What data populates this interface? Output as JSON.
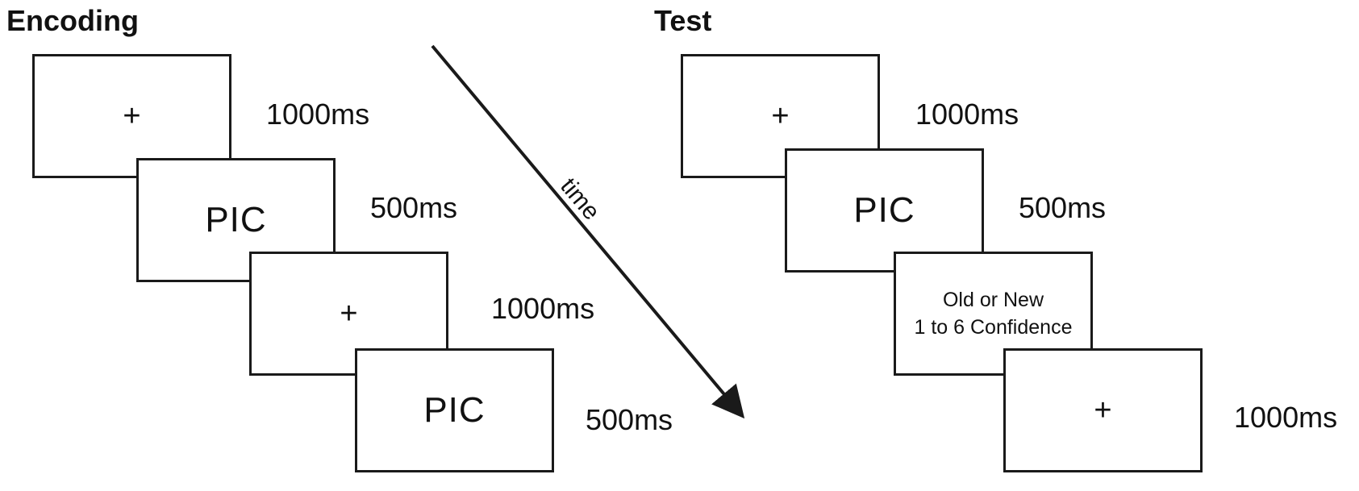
{
  "encoding": {
    "title": "Encoding",
    "steps": [
      {
        "content": "+",
        "kind": "fixation",
        "duration": "1000ms"
      },
      {
        "content": "PIC",
        "kind": "picture",
        "duration": "500ms"
      },
      {
        "content": "+",
        "kind": "fixation",
        "duration": "1000ms"
      },
      {
        "content": "PIC",
        "kind": "picture",
        "duration": "500ms"
      }
    ]
  },
  "time_arrow": {
    "label": "time"
  },
  "test": {
    "title": "Test",
    "steps": [
      {
        "content": "+",
        "kind": "fixation",
        "duration": "1000ms"
      },
      {
        "content": "PIC",
        "kind": "picture",
        "duration": "500ms"
      },
      {
        "content": "Old or New\n1 to 6 Confidence",
        "kind": "response",
        "duration": ""
      },
      {
        "content": "+",
        "kind": "fixation",
        "duration": "1000ms"
      }
    ]
  },
  "colors": {
    "stroke": "#1a1a1a",
    "background": "#ffffff"
  }
}
